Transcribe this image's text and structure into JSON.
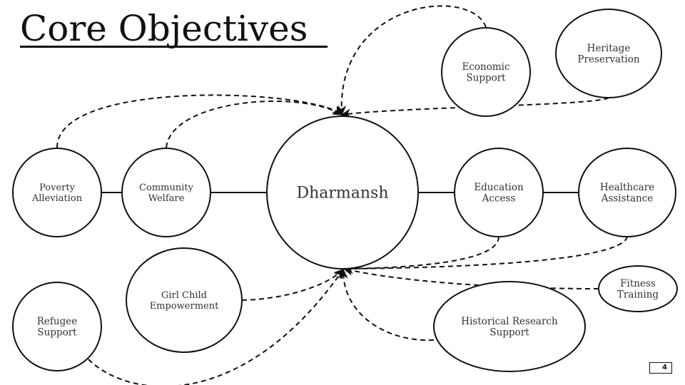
{
  "slide": {
    "title": "Core Objectives",
    "page_number": "4"
  },
  "diagram": {
    "center": {
      "id": "dharmansh",
      "label": [
        "Dharmansh"
      ]
    },
    "nodes": [
      {
        "id": "poverty-alleviation",
        "label": [
          "Poverty",
          "Alleviation"
        ]
      },
      {
        "id": "community-welfare",
        "label": [
          "Community",
          "Welfare"
        ]
      },
      {
        "id": "education-access",
        "label": [
          "Education",
          "Access"
        ]
      },
      {
        "id": "healthcare-assistance",
        "label": [
          "Healthcare",
          "Assistance"
        ]
      },
      {
        "id": "economic-support",
        "label": [
          "Economic",
          "Support"
        ]
      },
      {
        "id": "heritage-preservation",
        "label": [
          "Heritage",
          "Preservation"
        ]
      },
      {
        "id": "girl-child-empowerment",
        "label": [
          "Girl Child",
          "Empowerment"
        ]
      },
      {
        "id": "refugee-support",
        "label": [
          "Refugee",
          "Support"
        ]
      },
      {
        "id": "fitness-training",
        "label": [
          "Fitness",
          "Training"
        ]
      },
      {
        "id": "historical-research-support",
        "label": [
          "Historical Research",
          "Support"
        ]
      }
    ],
    "solid_links": [
      [
        "poverty-alleviation",
        "community-welfare"
      ],
      [
        "community-welfare",
        "dharmansh"
      ],
      [
        "dharmansh",
        "education-access"
      ],
      [
        "education-access",
        "healthcare-assistance"
      ]
    ],
    "dashed_arrows": [
      {
        "from": "poverty-alleviation",
        "to": "dharmansh",
        "port": "top"
      },
      {
        "from": "community-welfare",
        "to": "dharmansh",
        "port": "top"
      },
      {
        "from": "economic-support",
        "to": "dharmansh",
        "port": "top"
      },
      {
        "from": "heritage-preservation",
        "to": "dharmansh",
        "port": "top"
      },
      {
        "from": "education-access",
        "to": "dharmansh",
        "port": "bottom"
      },
      {
        "from": "healthcare-assistance",
        "to": "dharmansh",
        "port": "bottom"
      },
      {
        "from": "fitness-training",
        "to": "dharmansh",
        "port": "bottom"
      },
      {
        "from": "historical-research-support",
        "to": "dharmansh",
        "port": "bottom"
      },
      {
        "from": "girl-child-empowerment",
        "to": "dharmansh",
        "port": "bottom"
      },
      {
        "from": "refugee-support",
        "to": "dharmansh",
        "port": "bottom"
      }
    ],
    "colors": {
      "stroke": "#111111",
      "text": "#333333",
      "background": "#ffffff"
    }
  }
}
